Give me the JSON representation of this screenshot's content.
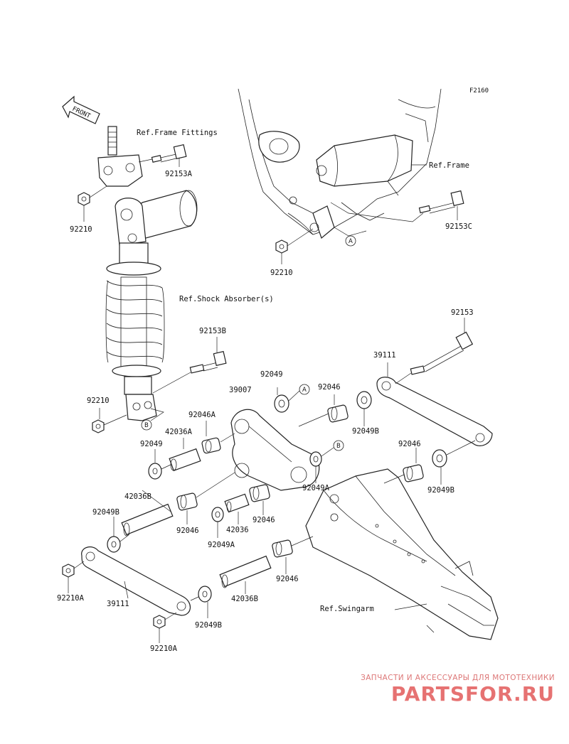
{
  "figure_code": "F2160",
  "front_label": "FRONT",
  "references": {
    "frame_fittings": "Ref.Frame Fittings",
    "frame": "Ref.Frame",
    "shock_absorber": "Ref.Shock Absorber(s)",
    "swingarm": "Ref.Swingarm"
  },
  "callouts": {
    "a": "A",
    "b": "B"
  },
  "parts": [
    "92153A",
    "92210",
    "92210",
    "92153C",
    "92153B",
    "92210",
    "92153",
    "39111",
    "92049",
    "92046",
    "39007",
    "92046A",
    "42036A",
    "92049",
    "92049B",
    "92046",
    "92049B",
    "42036B",
    "92049A",
    "92046",
    "92046",
    "92049B",
    "42036",
    "92049A",
    "92046",
    "92210A",
    "39111",
    "42036B",
    "92049B",
    "92210A"
  ],
  "watermark": {
    "line1": "ЗАПЧАСТИ И АКСЕССУАРЫ ДЛЯ МОТОТЕХНИКИ",
    "line2": "PARTSFOR.RU"
  }
}
